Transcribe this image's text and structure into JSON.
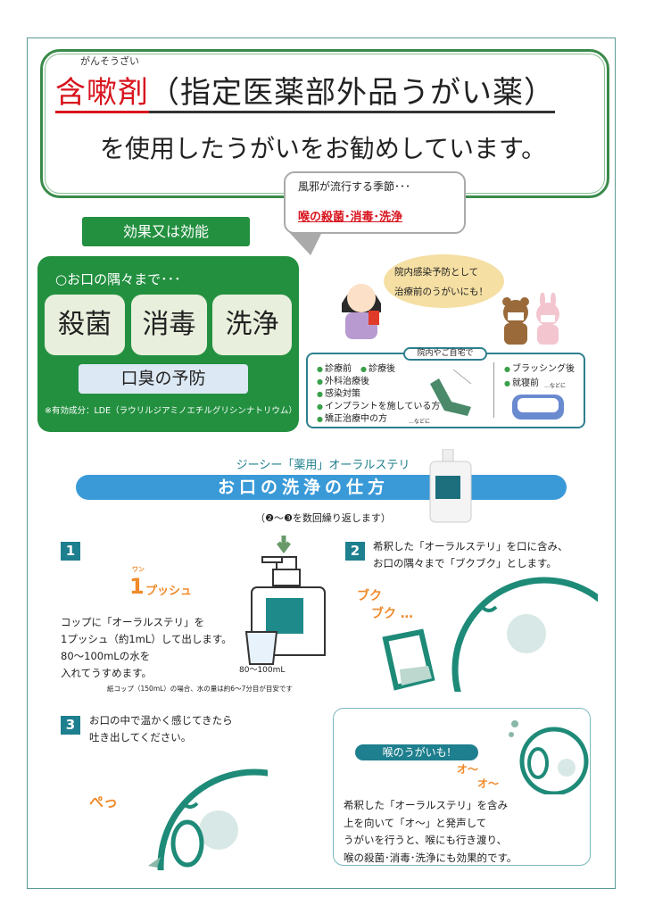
{
  "header": {
    "furigana": "がんそうざい",
    "title_red": "含嗽剤",
    "title_rest": "（指定医薬部外品うがい薬）",
    "subtitle": "を使用したうがいをお勧めしています。"
  },
  "bubble": {
    "line1": "風邪が流行する季節･･･",
    "line2": "喉の殺菌･消毒･洗浄"
  },
  "effects": {
    "label": "効果又は効能",
    "heading": "○お口の隅々まで･･･",
    "tiles": [
      "殺菌",
      "消毒",
      "洗浄"
    ],
    "odor": "口臭の予防",
    "note": "※有効成分：LDE（ラウリルジアミノエチルグリシンナトリウム）"
  },
  "prevention": {
    "line1": "院内感染予防として",
    "line2": "治療前のうがいにも！"
  },
  "usage": {
    "title": "院内やご自宅で",
    "left_items": [
      "診療前",
      "診療後",
      "外科治療後",
      "感染対策",
      "インプラントを施している方",
      "矯正治療中の方"
    ],
    "left_etc": "…などに",
    "right_items": [
      "ブラッシング後",
      "就寝前"
    ],
    "right_etc": "…などに"
  },
  "howto": {
    "brand": "ジーシー「薬用」オーラルステリ",
    "title": "お口の洗浄の仕方",
    "repeat": "（❷～❸を数回繰り返します）"
  },
  "step1": {
    "num": "1",
    "push_ruby": "ワン",
    "push_num": "1",
    "push_label": "プッシュ",
    "lines": [
      "コップに「オーラルステリ」を",
      "1プッシュ（約1mL）して出します。",
      "80～100mLの水を",
      "入れてうすめます。"
    ],
    "cup_label": "80～100mL",
    "note": "紙コップ（150mL）の場合、水の量は約6～7分目が目安です"
  },
  "step2": {
    "num": "2",
    "lines": [
      "希釈した「オーラルステリ」を口に含み、",
      "お口の隅々まで「ブクブク」とします。"
    ],
    "sfx1": "ブク",
    "sfx2": "ブク …"
  },
  "step3": {
    "num": "3",
    "lines": [
      "お口の中で温かく感じてきたら",
      "吐き出してください。"
    ],
    "sfx": "ぺっ"
  },
  "throat": {
    "title": "喉のうがいも!",
    "sfx1": "オ～",
    "sfx2": "オ～",
    "lines": [
      "希釈した「オーラルステリ」を含み",
      "上を向いて「オ～」と発声して",
      "うがいを行うと、喉にも行き渡り、",
      "喉の殺菌･消毒･洗浄にも効果的です。"
    ]
  }
}
